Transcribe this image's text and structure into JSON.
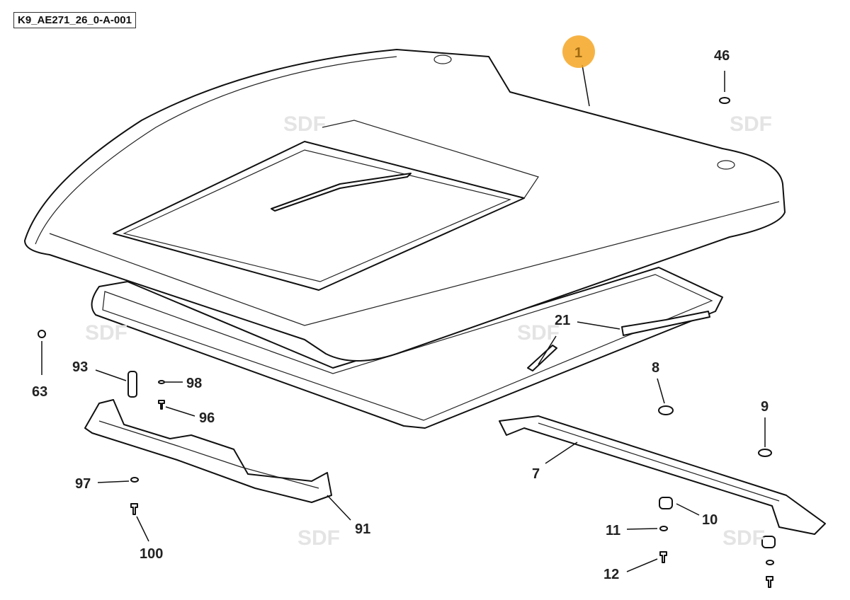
{
  "diagram": {
    "code": "K9_AE271_26_0-A-001",
    "watermark": "SDF",
    "highlight_color": "#F5A623",
    "callouts": {
      "c1": "1",
      "c46": "46",
      "c21": "21",
      "c63": "63",
      "c93": "93",
      "c98": "98",
      "c96": "96",
      "c97": "97",
      "c91": "91",
      "c100": "100",
      "c8": "8",
      "c9": "9",
      "c7": "7",
      "c10": "10",
      "c11": "11",
      "c12": "12"
    }
  }
}
